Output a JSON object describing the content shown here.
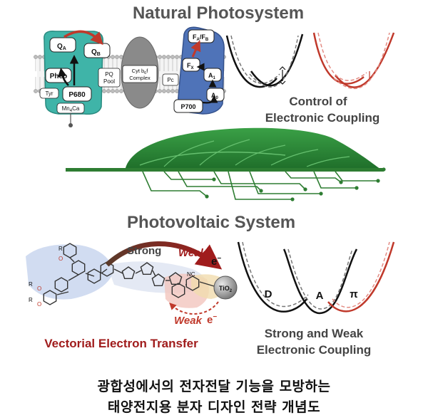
{
  "titles": {
    "natural": "Natural Photosystem",
    "photovoltaic": "Photovoltaic System"
  },
  "photosystem": {
    "qa": "Q",
    "qa_sub": "A",
    "qb": "Q",
    "qb_sub": "B",
    "pheo": "Pheo",
    "p680": "P680",
    "tyr": "Tyr",
    "mn": "Mn",
    "mn_sub": "4",
    "mn_rest": "Ca",
    "pq_pool": "PQ",
    "pq_pool2": "Pool",
    "cyt_complex": "Cyt b",
    "cyt_sub": "6",
    "cyt_rest": "f",
    "cyt_complex2": "Complex",
    "pc": "Pc",
    "fa_fb": "F",
    "fa_sub": "A",
    "fb_sep": "/F",
    "fb_sub": "B",
    "fx": "F",
    "fx_sub": "X",
    "a1": "A",
    "a1_sub": "1",
    "a0": "A",
    "a0_sub": "0",
    "p700": "P700"
  },
  "coupling_top": {
    "line1": "Control of",
    "line2": "Electronic Coupling"
  },
  "dye": {
    "strong": "Strong",
    "weak_top": "Weak",
    "e_top": "e",
    "weak_bottom": "Weak",
    "e_bottom": "e",
    "minus": "−",
    "nc": "NC",
    "tio2": "TiO",
    "tio2_sub": "2",
    "r": "R",
    "o": "O"
  },
  "vectorial": "Vectorial Electron Transfer",
  "coupling_bottom": {
    "d": "D",
    "a": "A",
    "pi": "π",
    "line1": "Strong and Weak",
    "line2": "Electronic Coupling"
  },
  "caption": {
    "line1": "광합성에서의 전자전달 기능을 모방하는",
    "line2": "태양전지용 분자 디자인 전략 개념도"
  },
  "colors": {
    "teal": "#3fb4a8",
    "gray": "#8a8a8a",
    "blue": "#4f73b8",
    "leaf": "#2e8b3a",
    "red": "#c0392b",
    "dark_red": "#a01c1c",
    "title_gray": "#555555"
  }
}
